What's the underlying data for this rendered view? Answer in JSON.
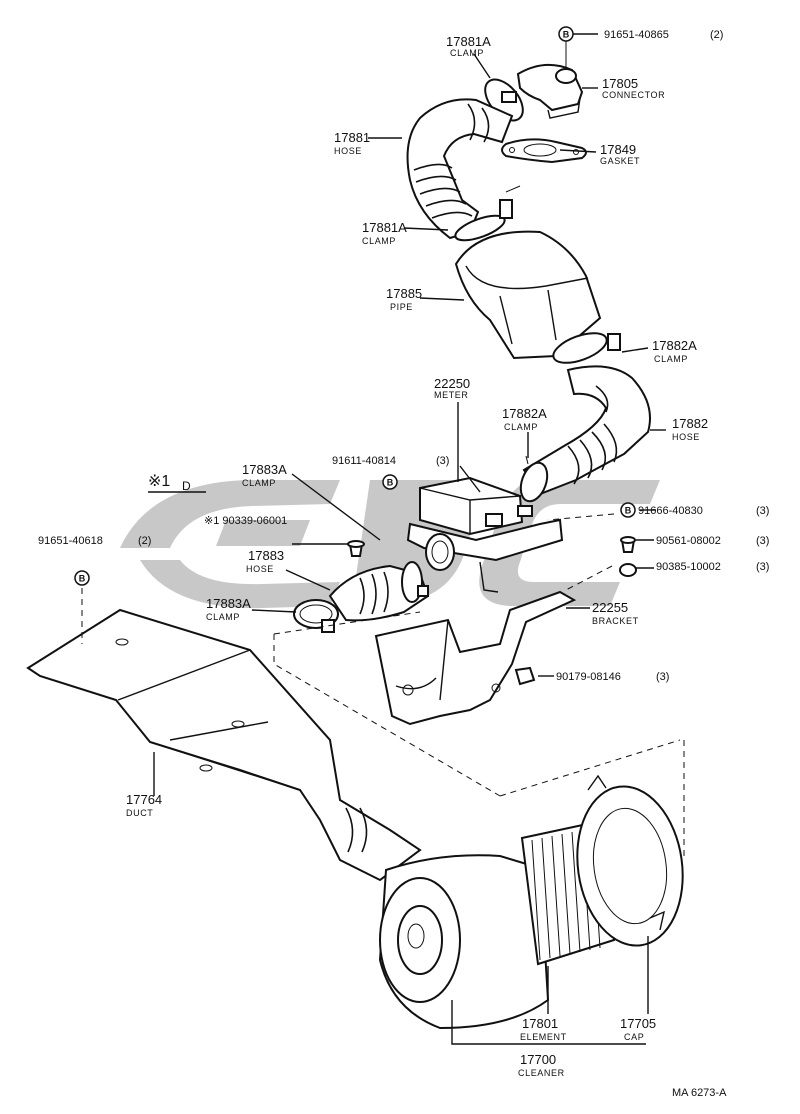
{
  "labels": {
    "p91651_40865": {
      "number": "91651-40865",
      "qty": "(2)"
    },
    "p17805": {
      "number": "17805",
      "name": "CONNECTOR"
    },
    "p17849": {
      "number": "17849",
      "name": "GASKET"
    },
    "p17881a_top": {
      "number": "17881A",
      "name": "CLAMP"
    },
    "p17881": {
      "number": "17881",
      "name": "HOSE"
    },
    "p17881a_mid": {
      "number": "17881A",
      "name": "CLAMP"
    },
    "p17885": {
      "number": "17885",
      "name": "PIPE"
    },
    "p17882a_right": {
      "number": "17882A",
      "name": "CLAMP"
    },
    "p22250": {
      "number": "22250",
      "name": "METER"
    },
    "p17882a_center": {
      "number": "17882A",
      "name": "CLAMP"
    },
    "p17882": {
      "number": "17882",
      "name": "HOSE"
    },
    "p91611_40814": {
      "number": "91611-40814",
      "qty": "(3)"
    },
    "p17883a_top": {
      "number": "17883A",
      "name": "CLAMP"
    },
    "p90339_06001": {
      "number": "※1 90339-06001"
    },
    "p17883": {
      "number": "17883",
      "name": "HOSE"
    },
    "p17883a_bottom": {
      "number": "17883A",
      "name": "CLAMP"
    },
    "p91651_40618": {
      "number": "91651-40618",
      "qty": "(2)"
    },
    "p91666_40830": {
      "number": "91666-40830",
      "qty": "(3)"
    },
    "p90561_08002": {
      "number": "90561-08002",
      "qty": "(3)"
    },
    "p90385_10002": {
      "number": "90385-10002",
      "qty": "(3)"
    },
    "p22255": {
      "number": "22255",
      "name": "BRACKET"
    },
    "p90179_08146": {
      "number": "90179-08146",
      "qty": "(3)"
    },
    "p17764": {
      "number": "17764",
      "name": "DUCT"
    },
    "p17801": {
      "number": "17801",
      "name": "ELEMENT"
    },
    "p17705": {
      "number": "17705",
      "name": "CAP"
    },
    "p17700": {
      "number": "17700",
      "name": "CLEANER"
    }
  },
  "note": {
    "mark": "※1",
    "letter": "D"
  },
  "bolt_marker": "B",
  "footer_code": "MA 6273-A"
}
